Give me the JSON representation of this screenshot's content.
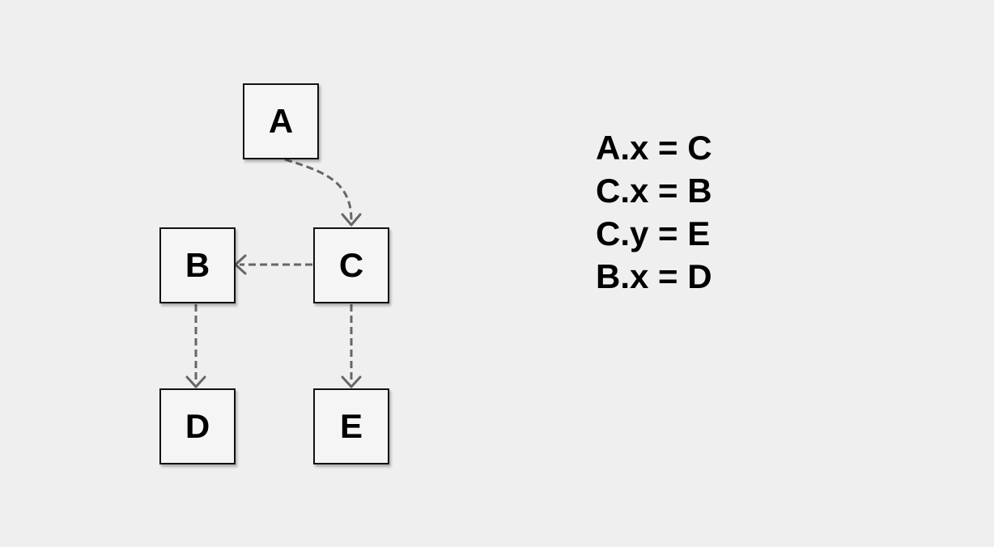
{
  "diagram": {
    "nodes": [
      {
        "id": "a",
        "label": "A"
      },
      {
        "id": "b",
        "label": "B"
      },
      {
        "id": "c",
        "label": "C"
      },
      {
        "id": "d",
        "label": "D"
      },
      {
        "id": "e",
        "label": "E"
      }
    ],
    "edges": [
      {
        "from": "A",
        "to": "C",
        "style": "dashed"
      },
      {
        "from": "C",
        "to": "B",
        "style": "dashed"
      },
      {
        "from": "C",
        "to": "E",
        "style": "dashed"
      },
      {
        "from": "B",
        "to": "D",
        "style": "dashed"
      }
    ],
    "colors": {
      "background": "#efefef",
      "node_fill": "#f5f5f5",
      "node_border": "#111111",
      "edge": "#666666"
    }
  },
  "assignments": [
    "A.x = C",
    "C.x = B",
    "C.y = E",
    "B.x = D"
  ]
}
